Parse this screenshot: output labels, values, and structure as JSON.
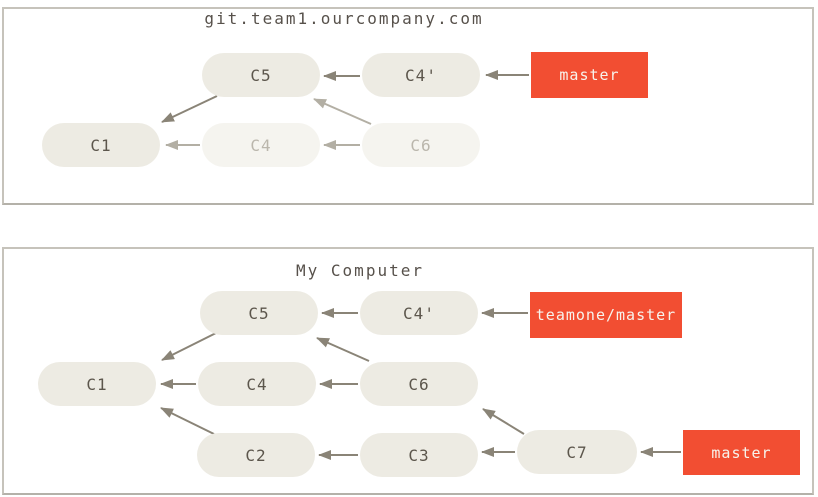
{
  "colors": {
    "node_fill": "#edebe3",
    "node_fill_faded": "#f5f4ef",
    "node_text": "#5c564c",
    "node_text_faded": "#bab6ac",
    "arrow": "#8a8477",
    "arrow_faded": "#b3afa4",
    "ref_fill": "#f24e32",
    "ref_text": "#f7f3ec",
    "panel_border": "#c6c3bb",
    "title_text": "#57514b",
    "background": "#ffffff"
  },
  "panels": [
    {
      "title": "git.team1.ourcompany.com",
      "nodes": {
        "c5": {
          "label": "C5",
          "faded": false
        },
        "c4p": {
          "label": "C4'",
          "faded": false
        },
        "c1": {
          "label": "C1",
          "faded": false
        },
        "c4": {
          "label": "C4",
          "faded": true
        },
        "c6": {
          "label": "C6",
          "faded": true
        }
      },
      "refs": {
        "master": {
          "label": "master"
        }
      },
      "edges": [
        {
          "from": "C5",
          "to": "C1",
          "faded": false
        },
        {
          "from": "C4'",
          "to": "C5",
          "faded": false
        },
        {
          "from": "master",
          "to": "C4'",
          "faded": false
        },
        {
          "from": "C4",
          "to": "C1",
          "faded": true
        },
        {
          "from": "C6",
          "to": "C4",
          "faded": true
        },
        {
          "from": "C6",
          "to": "C5",
          "faded": true
        }
      ]
    },
    {
      "title": "My Computer",
      "nodes": {
        "c5": {
          "label": "C5",
          "faded": false
        },
        "c4p": {
          "label": "C4'",
          "faded": false
        },
        "c1": {
          "label": "C1",
          "faded": false
        },
        "c4": {
          "label": "C4",
          "faded": false
        },
        "c6": {
          "label": "C6",
          "faded": false
        },
        "c2": {
          "label": "C2",
          "faded": false
        },
        "c3": {
          "label": "C3",
          "faded": false
        },
        "c7": {
          "label": "C7",
          "faded": false
        }
      },
      "refs": {
        "teamone_master": {
          "label": "teamone/master"
        },
        "master": {
          "label": "master"
        }
      },
      "edges": [
        {
          "from": "C5",
          "to": "C1",
          "faded": false
        },
        {
          "from": "C4",
          "to": "C1",
          "faded": false
        },
        {
          "from": "C2",
          "to": "C1",
          "faded": false
        },
        {
          "from": "C4'",
          "to": "C5",
          "faded": false
        },
        {
          "from": "C6",
          "to": "C5",
          "faded": false
        },
        {
          "from": "C6",
          "to": "C4",
          "faded": false
        },
        {
          "from": "C3",
          "to": "C2",
          "faded": false
        },
        {
          "from": "C7",
          "to": "C3",
          "faded": false
        },
        {
          "from": "C7",
          "to": "C6",
          "faded": false
        },
        {
          "from": "teamone/master",
          "to": "C4'",
          "faded": false
        },
        {
          "from": "master",
          "to": "C7",
          "faded": false
        }
      ]
    }
  ]
}
